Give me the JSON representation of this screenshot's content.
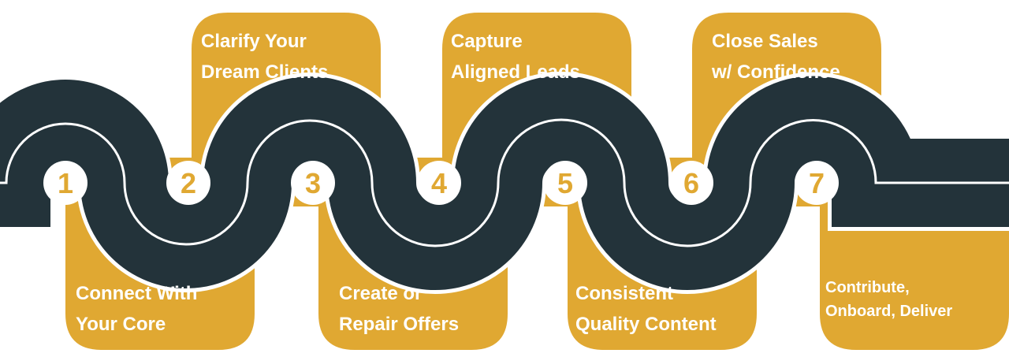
{
  "colors": {
    "card": "#e0a832",
    "road": "#23333a",
    "road_edge": "#ffffff",
    "lane_line": "#ffffff",
    "circle": "#ffffff",
    "number": "#e0a832",
    "label": "#ffffff"
  },
  "steps": [
    {
      "number": "1",
      "lines": [
        "Connect With",
        "Your Core"
      ]
    },
    {
      "number": "2",
      "lines": [
        "Clarify Your",
        "Dream Clients"
      ]
    },
    {
      "number": "3",
      "lines": [
        "Create or",
        "Repair Offers"
      ]
    },
    {
      "number": "4",
      "lines": [
        "Capture",
        "Aligned Leads"
      ]
    },
    {
      "number": "5",
      "lines": [
        "Consistent",
        "Quality Content"
      ]
    },
    {
      "number": "6",
      "lines": [
        "Close Sales",
        "w/ Confidence"
      ]
    },
    {
      "number": "7",
      "lines": [
        "Contribute,",
        "Onboard, Deliver"
      ]
    }
  ]
}
